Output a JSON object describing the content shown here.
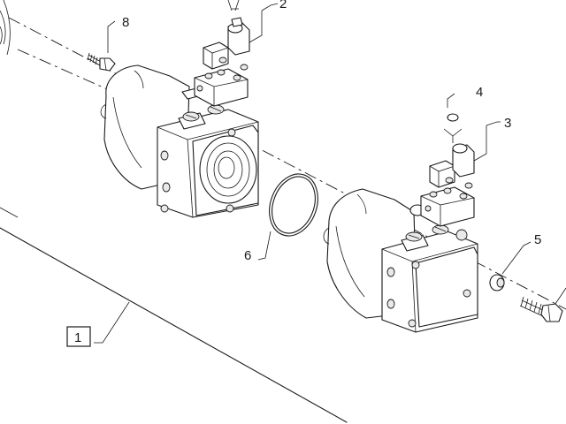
{
  "callouts": {
    "c1": "1",
    "c2": "2",
    "c3": "3",
    "c4": "4",
    "c5": "5",
    "c6": "6",
    "c8": "8"
  },
  "colors": {
    "line": "#1a1a1a",
    "background": "#ffffff",
    "shade": "#e9e9e9"
  },
  "icons": [
    "hydraulic-pump",
    "solenoid-valve",
    "bolt",
    "o-ring",
    "seal-washer",
    "spacer"
  ]
}
